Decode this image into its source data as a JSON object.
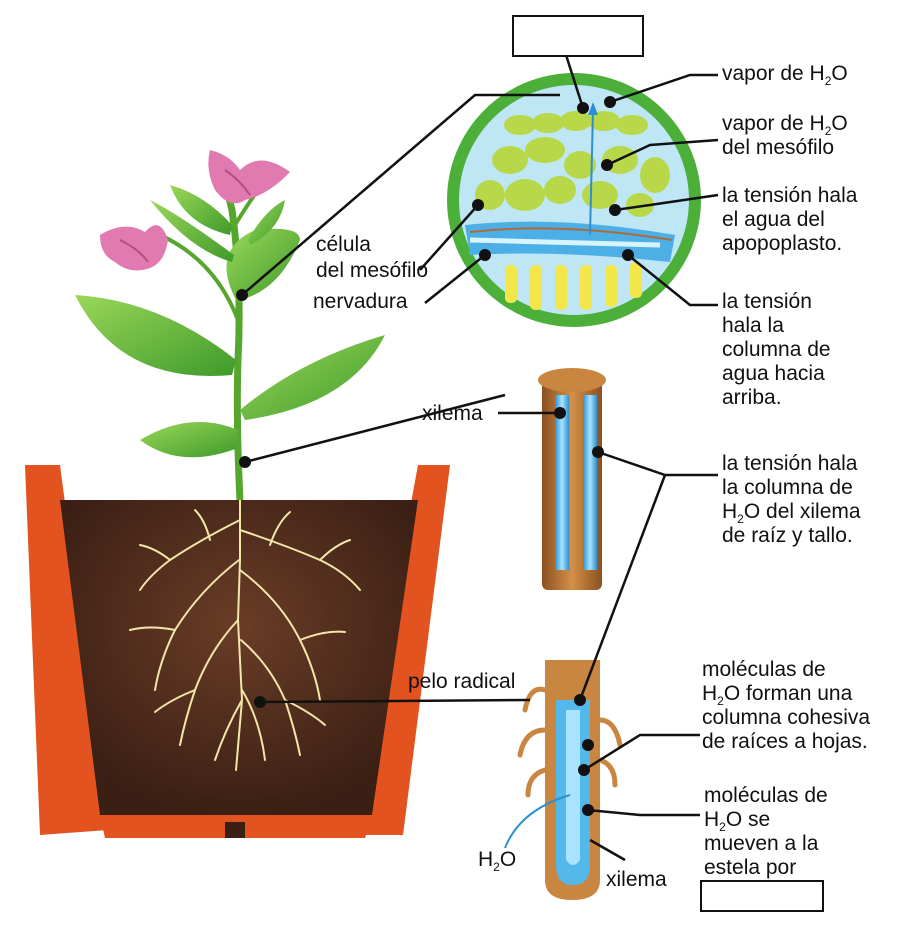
{
  "labels": {
    "vapor_h2o": {
      "pre": "vapor de H",
      "sub": "2",
      "post": "O"
    },
    "vapor_mesofilo": {
      "pre": "vapor de H",
      "sub": "2",
      "post": "O",
      "line2": "del mesófilo"
    },
    "tension_apoplasto": [
      "la tensión hala",
      "el agua del",
      "apopoplasto."
    ],
    "tension_columna": [
      "la tensión",
      "hala la",
      "columna de",
      "agua hacia",
      "arriba."
    ],
    "tension_xilema": {
      "line1": "la tensión hala",
      "line2": "la columna de",
      "line3_sub": "2",
      "line3_pre": "H",
      "line3_post": "O del xilema",
      "line4": "de raíz y tallo."
    },
    "cohesiva": {
      "line1": "moléculas de",
      "line2_pre": "H",
      "line2_sub": "2",
      "line2_post": "O forman una",
      "line3": "columna cohesiva",
      "line4": "de raíces a hojas."
    },
    "estela": {
      "line1": "moléculas de",
      "line2_pre": "H",
      "line2_sub": "2",
      "line2_post": "O se",
      "line3": "mueven a la",
      "line4": "estela por"
    },
    "celula": [
      "célula",
      "del mesófilo"
    ],
    "nervadura": "nervadura",
    "xilema_tallo": "xilema",
    "pelo_radical": "pelo radical",
    "h2o_root": {
      "pre": "H",
      "sub": "2",
      "post": "O"
    },
    "xilema_raiz": "xilema"
  },
  "blank_boxes": [
    "top-answer-box",
    "bottom-answer-box"
  ],
  "colors": {
    "pot": "#e2531f",
    "soil": "#5a3221",
    "leaf": "#6cc13a",
    "leaf_dark": "#3f8f24",
    "flower": "#e07ab0",
    "root": "#f2e6a8",
    "water": "#54b8ea",
    "stem_bark": "#b8742f",
    "line": "#111111"
  }
}
